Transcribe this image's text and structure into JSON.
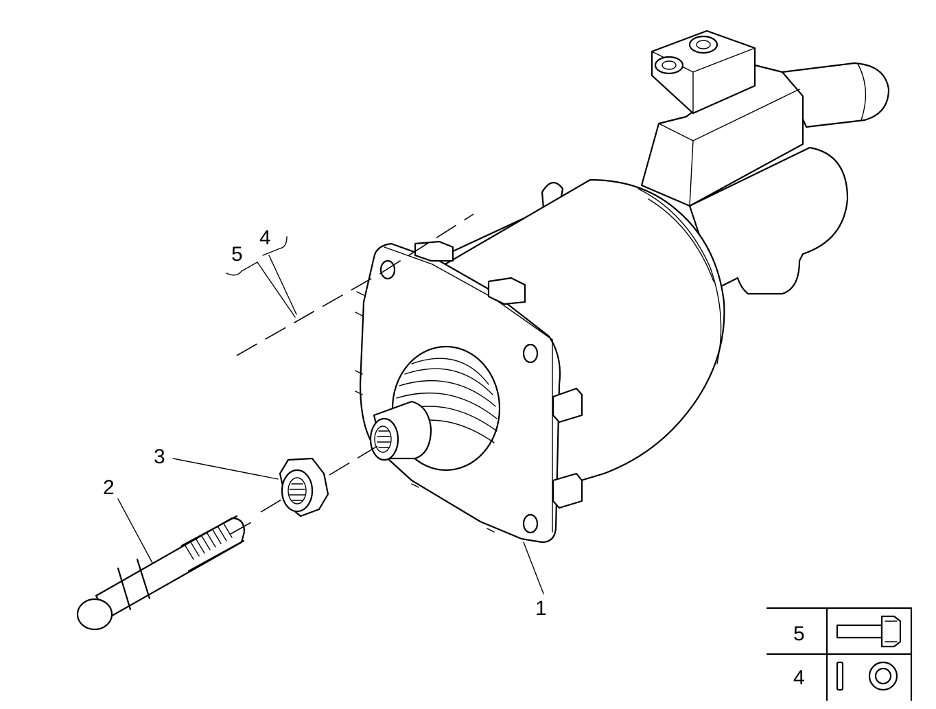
{
  "callouts": {
    "p1": "1",
    "p2": "2",
    "p3": "3",
    "p4": "4",
    "p5": "5"
  },
  "legend": {
    "rows": [
      {
        "label": "5",
        "icon": "bolt-icon"
      },
      {
        "label": "4",
        "icon": "washer-icon"
      }
    ]
  },
  "colors": {
    "line": "#000000",
    "background": "#ffffff"
  }
}
